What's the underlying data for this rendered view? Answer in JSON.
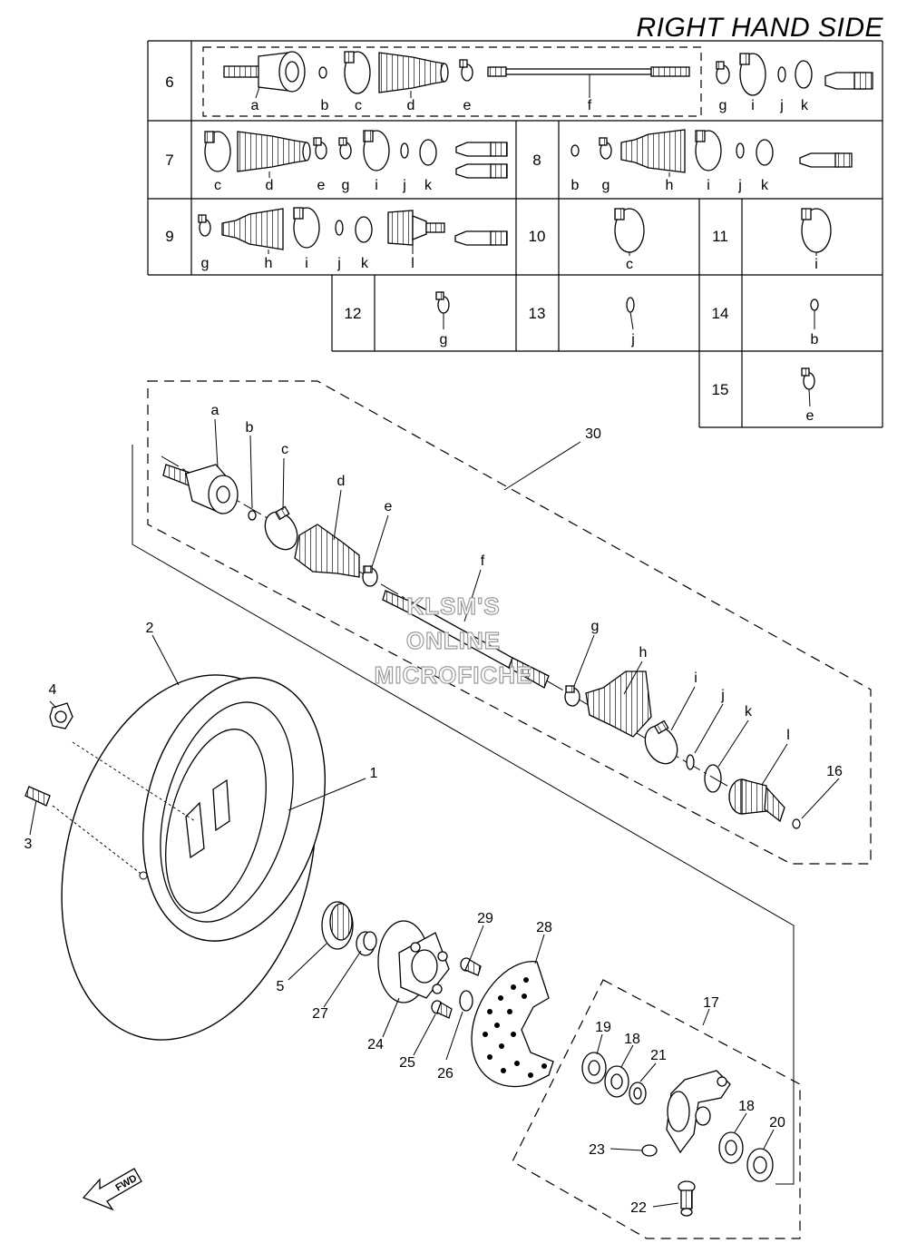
{
  "title": "RIGHT HAND SIDE",
  "watermark": [
    "KLSM'S",
    "ONLINE",
    "MICROFICHE"
  ],
  "fwd_label": "FWD",
  "table": {
    "rows": [
      {
        "num": "6",
        "letters": [
          "a",
          "b",
          "c",
          "d",
          "e",
          "f",
          "g",
          "i",
          "j",
          "k"
        ]
      },
      {
        "num": "7",
        "letters": [
          "c",
          "d",
          "e",
          "g",
          "i",
          "j",
          "k"
        ]
      },
      {
        "num": "8",
        "letters": [
          "b",
          "g",
          "h",
          "i",
          "j",
          "k"
        ]
      },
      {
        "num": "9",
        "letters": [
          "g",
          "h",
          "i",
          "j",
          "k",
          "l"
        ]
      },
      {
        "num": "10",
        "letters": [
          "c"
        ]
      },
      {
        "num": "11",
        "letters": [
          "i"
        ]
      },
      {
        "num": "12",
        "letters": [
          "g"
        ]
      },
      {
        "num": "13",
        "letters": [
          "j"
        ]
      },
      {
        "num": "14",
        "letters": [
          "b"
        ]
      },
      {
        "num": "15",
        "letters": [
          "e"
        ]
      }
    ]
  },
  "callouts": {
    "shaft_letters": [
      "a",
      "b",
      "c",
      "d",
      "e",
      "f",
      "g",
      "h",
      "i",
      "j",
      "k",
      "l"
    ],
    "numbers": [
      "1",
      "2",
      "3",
      "4",
      "5",
      "16",
      "17",
      "18",
      "18",
      "19",
      "20",
      "21",
      "22",
      "23",
      "24",
      "25",
      "26",
      "27",
      "28",
      "29",
      "30"
    ]
  }
}
